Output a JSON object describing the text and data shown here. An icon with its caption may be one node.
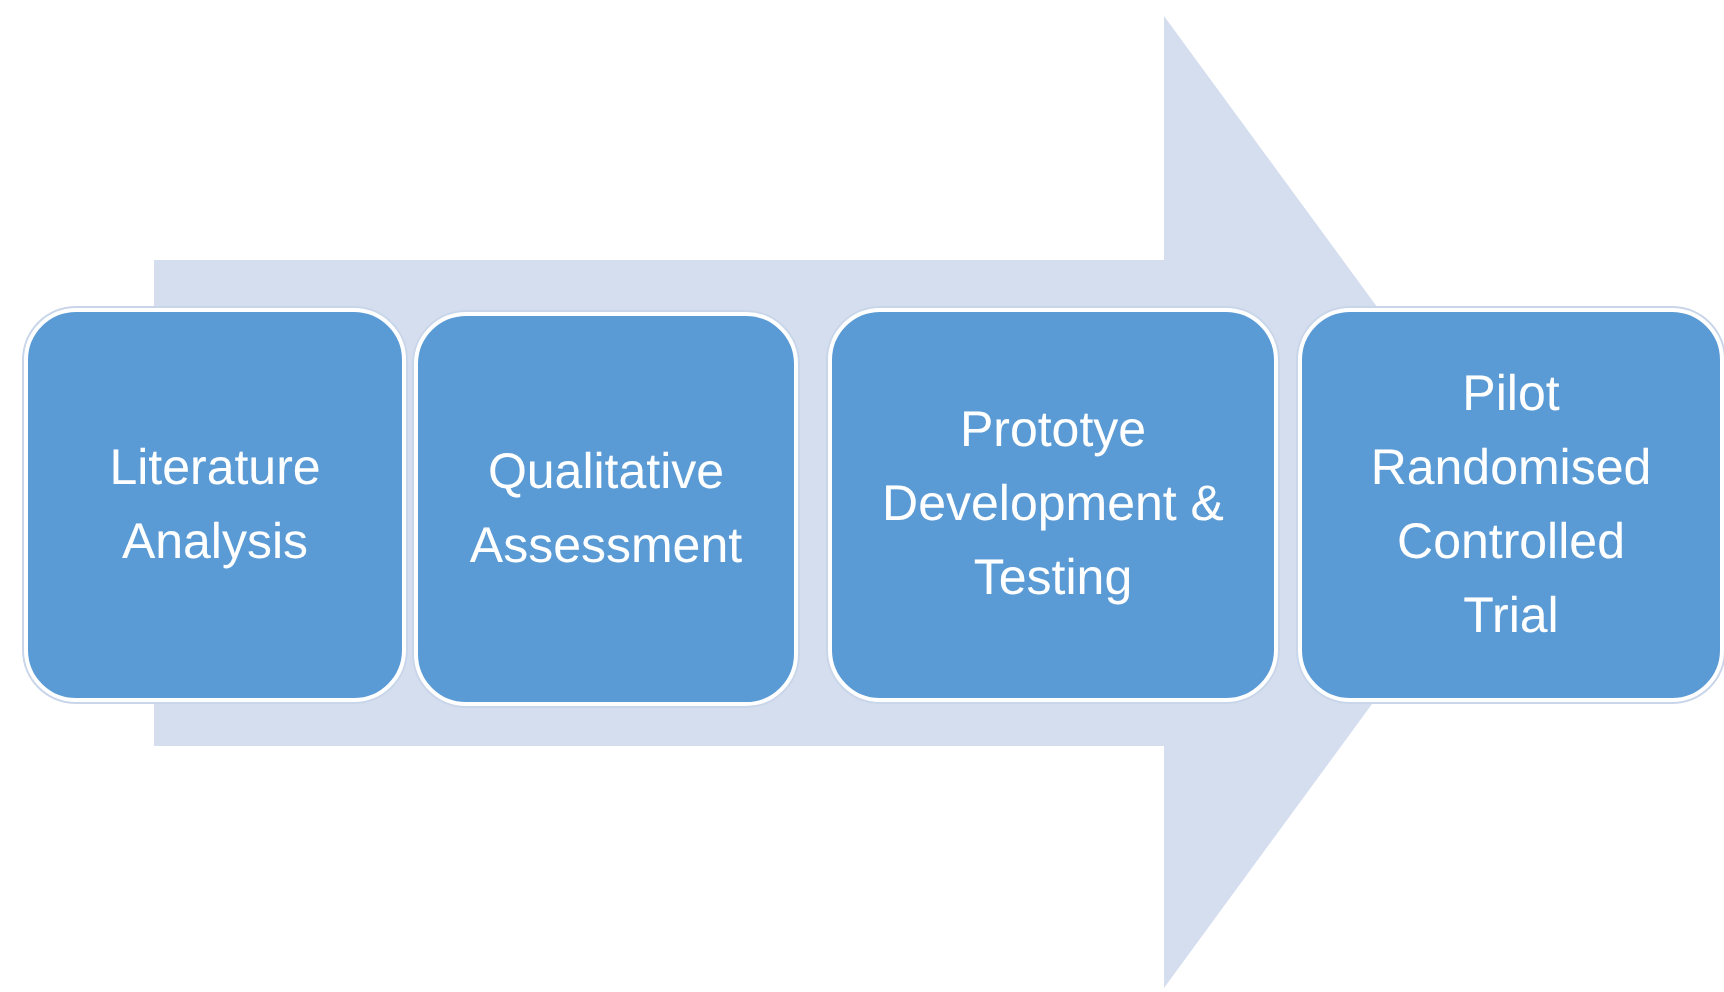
{
  "diagram": {
    "nodes": [
      {
        "text": [
          "Literature Analysis"
        ]
      },
      {
        "text": [
          "Qualitative Assessment"
        ]
      },
      {
        "text": [
          "Prototye Development & Testing"
        ]
      },
      {
        "text": [
          "Pilot Randomised Controlled Trial"
        ]
      }
    ],
    "edges": [
      {
        "from": 0,
        "to": 3,
        "arrow": "to"
      }
    ]
  }
}
